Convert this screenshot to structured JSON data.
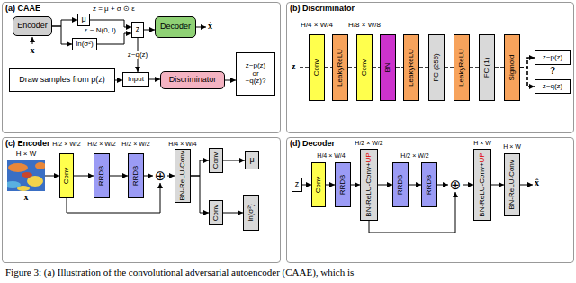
{
  "diagram": {
    "caption": "Figure 3: (a) Illustration of the convolutional adversarial autoencoder (CAAE), which is",
    "nodes": [
      {
        "text": [
          "(a) CAAE"
        ]
      },
      {
        "text": [
          "Encoder"
        ],
        "in": 0
      },
      {
        "text": [
          "μ"
        ],
        "in": 0
      },
      {
        "text": [
          "ln(σ²)"
        ],
        "in": 0
      },
      {
        "text": [
          "z"
        ],
        "in": 0
      },
      {
        "text": [
          "Decoder"
        ],
        "in": 0
      },
      {
        "text": [
          "Draw samples from p(z)"
        ],
        "in": 0
      },
      {
        "text": [
          "Input"
        ],
        "in": 0
      },
      {
        "text": [
          "Discriminator"
        ],
        "in": 0
      },
      {
        "text": [
          "z~p(z) or ~q(z)?"
        ],
        "in": 0
      },
      {
        "text": [
          "(b) Discriminator"
        ]
      },
      {
        "text": [
          "Conv"
        ],
        "in": 10
      },
      {
        "text": [
          "LeakyReLU"
        ],
        "in": 10
      },
      {
        "text": [
          "Conv"
        ],
        "in": 10
      },
      {
        "text": [
          "BN"
        ],
        "in": 10
      },
      {
        "text": [
          "LeakyReLU"
        ],
        "in": 10
      },
      {
        "text": [
          "FC (256)"
        ],
        "in": 10
      },
      {
        "text": [
          "LeakyReLU"
        ],
        "in": 10
      },
      {
        "text": [
          "FC (1)"
        ],
        "in": 10
      },
      {
        "text": [
          "Sigmoid"
        ],
        "in": 10
      },
      {
        "text": [
          "z~p(z)"
        ],
        "in": 10
      },
      {
        "text": [
          "z~q(z)"
        ],
        "in": 10
      },
      {
        "text": [
          "(c) Encoder"
        ]
      },
      {
        "text": [
          "Conv"
        ],
        "in": 22
      },
      {
        "text": [
          "RRDB"
        ],
        "in": 22
      },
      {
        "text": [
          "RRDB"
        ],
        "in": 22
      },
      {
        "text": [
          "⊕"
        ],
        "in": 22
      },
      {
        "text": [
          "BN-ReLU-Conv"
        ],
        "in": 22
      },
      {
        "text": [
          "Conv"
        ],
        "in": 22
      },
      {
        "text": [
          "Conv"
        ],
        "in": 22
      },
      {
        "text": [
          "μ"
        ],
        "in": 22
      },
      {
        "text": [
          "ln(σ²)"
        ],
        "in": 22
      },
      {
        "text": [
          "(d) Decoder"
        ]
      },
      {
        "text": [
          "z"
        ],
        "in": 32
      },
      {
        "text": [
          "Conv"
        ],
        "in": 32
      },
      {
        "text": [
          "RRDB"
        ],
        "in": 32
      },
      {
        "text": [
          "BN-ReLU-Conv+",
          "UP"
        ],
        "in": 32
      },
      {
        "text": [
          "RRDB"
        ],
        "in": 32
      },
      {
        "text": [
          "RRDB"
        ],
        "in": 32
      },
      {
        "text": [
          "⊕"
        ],
        "in": 32
      },
      {
        "text": [
          "BN-ReLU-Conv+",
          "UP"
        ],
        "in": 32
      },
      {
        "text": [
          "BN-ReLU-Conv"
        ],
        "in": 32
      }
    ],
    "edges": [
      {
        "from": 1,
        "to": 2,
        "arrow": "to"
      },
      {
        "from": 1,
        "to": 3,
        "arrow": "to"
      },
      {
        "from": 2,
        "to": 4,
        "arrow": "to"
      },
      {
        "from": 3,
        "to": 4,
        "arrow": "to"
      },
      {
        "from": 4,
        "to": 5,
        "arrow": "to"
      },
      {
        "from": 6,
        "to": 7,
        "arrow": "to"
      },
      {
        "from": 4,
        "to": 7,
        "label": "z~q(z)",
        "arrow": "to"
      },
      {
        "from": 7,
        "to": 8,
        "arrow": "to"
      },
      {
        "from": 8,
        "to": 9,
        "arrow": "to"
      },
      {
        "from": 11,
        "to": 12,
        "arrow": "none"
      },
      {
        "from": 12,
        "to": 13,
        "arrow": "none"
      },
      {
        "from": 13,
        "to": 14,
        "arrow": "none"
      },
      {
        "from": 14,
        "to": 15,
        "arrow": "none"
      },
      {
        "from": 15,
        "to": 16,
        "arrow": "none"
      },
      {
        "from": 16,
        "to": 17,
        "arrow": "none"
      },
      {
        "from": 17,
        "to": 18,
        "arrow": "none"
      },
      {
        "from": 18,
        "to": 19,
        "arrow": "none"
      },
      {
        "from": 19,
        "to": 20,
        "arrow": "to"
      },
      {
        "from": 19,
        "to": 21,
        "arrow": "to"
      },
      {
        "from": 23,
        "to": 24,
        "arrow": "to"
      },
      {
        "from": 24,
        "to": 25,
        "arrow": "to"
      },
      {
        "from": 25,
        "to": 26,
        "arrow": "to"
      },
      {
        "from": 23,
        "to": 26,
        "arrow": "to"
      },
      {
        "from": 26,
        "to": 27,
        "arrow": "to"
      },
      {
        "from": 27,
        "to": 28,
        "arrow": "to"
      },
      {
        "from": 27,
        "to": 29,
        "arrow": "to"
      },
      {
        "from": 28,
        "to": 30,
        "arrow": "to"
      },
      {
        "from": 29,
        "to": 31,
        "arrow": "to"
      },
      {
        "from": 33,
        "to": 34,
        "arrow": "to"
      },
      {
        "from": 34,
        "to": 35,
        "arrow": "to"
      },
      {
        "from": 35,
        "to": 36,
        "arrow": "to"
      },
      {
        "from": 36,
        "to": 37,
        "arrow": "to"
      },
      {
        "from": 37,
        "to": 38,
        "arrow": "to"
      },
      {
        "from": 38,
        "to": 39,
        "arrow": "to"
      },
      {
        "from": 36,
        "to": 39,
        "arrow": "to"
      },
      {
        "from": 39,
        "to": 40,
        "arrow": "to"
      },
      {
        "from": 40,
        "to": 41,
        "arrow": "to"
      }
    ],
    "labels": [
      "x",
      "z = μ + σ ⊙ ε",
      "ε ~ N(0, I)",
      "x̂",
      "z",
      "H/4 × W/4",
      "H/8 × W/8",
      "?",
      "H × W",
      "x",
      "H/2 × W/2",
      "H/2 × W/2",
      "H/2 × W/2",
      "H/4 × W/4",
      "H/2 × W/2",
      "H/4 × W/4",
      "H/2 × W/2",
      "H × W",
      "H × W",
      "x̂"
    ]
  }
}
